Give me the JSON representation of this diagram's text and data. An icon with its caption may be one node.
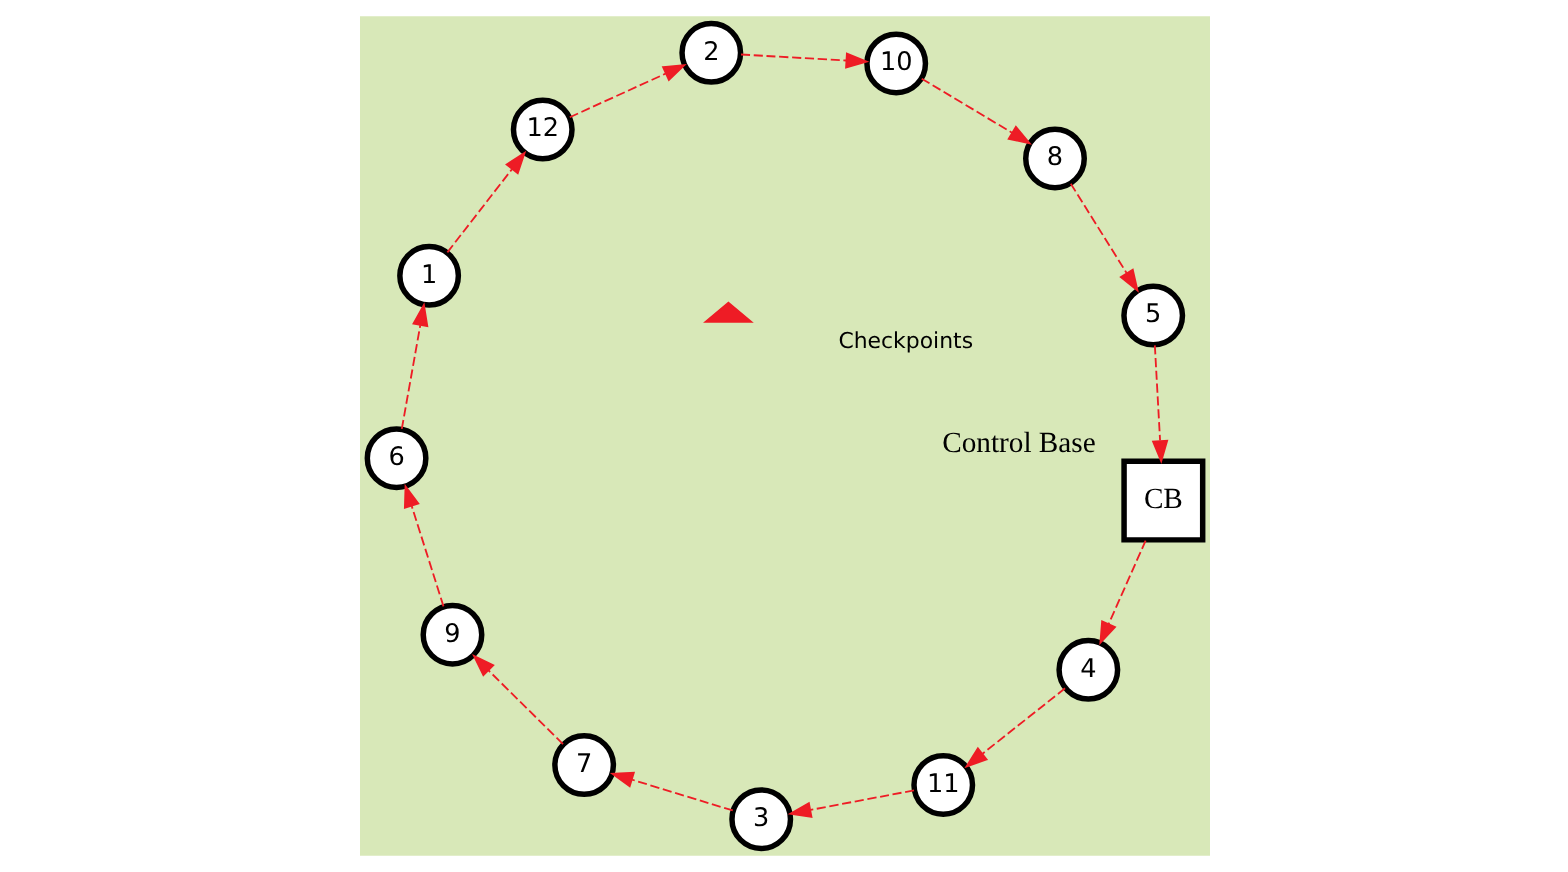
{
  "diagram": {
    "nodes": [
      {
        "text": [
          "1"
        ]
      },
      {
        "text": [
          "2"
        ]
      },
      {
        "text": [
          "3"
        ]
      },
      {
        "text": [
          "4"
        ]
      },
      {
        "text": [
          "5"
        ]
      },
      {
        "text": [
          "6"
        ]
      },
      {
        "text": [
          "7"
        ]
      },
      {
        "text": [
          "8"
        ]
      },
      {
        "text": [
          "9"
        ]
      },
      {
        "text": [
          "10"
        ]
      },
      {
        "text": [
          "11"
        ]
      },
      {
        "text": [
          "12"
        ]
      },
      {
        "text": [
          "CB"
        ],
        "beside": [
          "Control Base"
        ]
      }
    ],
    "edges": [
      {
        "from": 12,
        "to": 3,
        "arrow": "to",
        "style": "dashed"
      },
      {
        "from": 3,
        "to": 10,
        "arrow": "to",
        "style": "dashed"
      },
      {
        "from": 10,
        "to": 2,
        "arrow": "to",
        "style": "dashed"
      },
      {
        "from": 2,
        "to": 6,
        "arrow": "to",
        "style": "dashed"
      },
      {
        "from": 6,
        "to": 8,
        "arrow": "to",
        "style": "dashed"
      },
      {
        "from": 8,
        "to": 5,
        "arrow": "to",
        "style": "dashed"
      },
      {
        "from": 5,
        "to": 0,
        "arrow": "to",
        "style": "dashed"
      },
      {
        "from": 0,
        "to": 11,
        "arrow": "to",
        "style": "dashed"
      },
      {
        "from": 11,
        "to": 1,
        "arrow": "to",
        "style": "dashed"
      },
      {
        "from": 1,
        "to": 9,
        "arrow": "to",
        "style": "dashed"
      },
      {
        "from": 9,
        "to": 7,
        "arrow": "to",
        "style": "dashed"
      },
      {
        "from": 7,
        "to": 4,
        "arrow": "to",
        "style": "dashed"
      },
      {
        "from": 4,
        "to": 12,
        "arrow": "to",
        "style": "dashed"
      }
    ],
    "legend": [
      {
        "text": "Checkpoints"
      }
    ]
  }
}
